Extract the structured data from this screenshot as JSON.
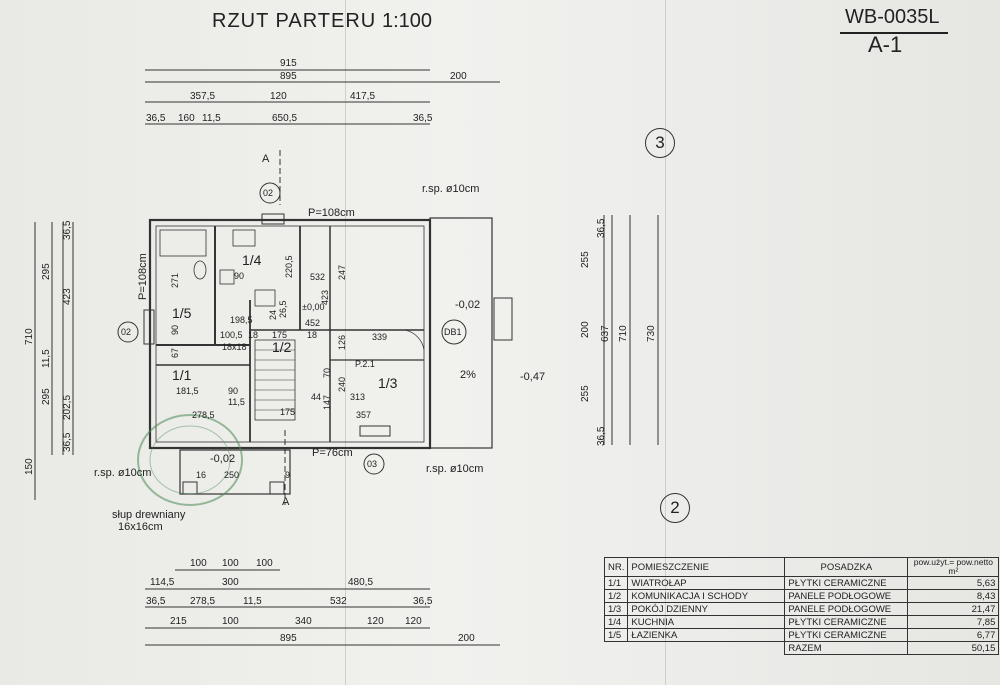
{
  "sheet": {
    "title": "RZUT PARTERU",
    "scale": "1:100",
    "code": "WB-0035L",
    "sheet_no": "A-1",
    "circle_top": "3",
    "circle_bottom": "2"
  },
  "top_dims": {
    "row1": [
      "915"
    ],
    "row2": [
      "895",
      "200"
    ],
    "row3": [
      "357,5",
      "120",
      "417,5"
    ],
    "row4": [
      "36,5",
      "160",
      "11,5",
      "650,5",
      "36,5"
    ]
  },
  "bottom_dims": {
    "row1": [
      "100",
      "100",
      "100"
    ],
    "row2": [
      "114,5",
      "300",
      "480,5"
    ],
    "row3": [
      "36,5",
      "278,5",
      "11,5",
      "532",
      "36,5"
    ],
    "row4": [
      "215",
      "100",
      "340",
      "120",
      "120"
    ],
    "row5": [
      "895",
      "200"
    ]
  },
  "left_dims": {
    "col1": [
      "710",
      "150"
    ],
    "col2": [
      "295",
      "11,5",
      "295"
    ],
    "col3": [
      "423",
      "202,5"
    ],
    "col4": [
      "36,5",
      "36,5"
    ]
  },
  "right_dims": {
    "col1": [
      "255",
      "200",
      "255"
    ],
    "col2": [
      "637"
    ],
    "col3": [
      "710"
    ],
    "col4": [
      "730"
    ],
    "col0": [
      "36,5",
      "36,5"
    ]
  },
  "plan_labels": {
    "section_a_top": "A",
    "section_a_bottom": "A",
    "axis_02_top": "02",
    "axis_02_left": "02",
    "axis_03": "03",
    "axis_db1": "DB1",
    "p_top": "P=108cm",
    "p_left": "P=108cm",
    "p_bottom": "P=76cm",
    "rsp1": "r.sp. ø10cm",
    "rsp2": "r.sp. ø10cm",
    "rsp3": "r.sp. ø10cm",
    "slope1": "-0,02",
    "slope2": "-0,02",
    "slope3": "-0,47",
    "level": "±0,00",
    "pct": "2%",
    "p21": "P.2.1",
    "column_note_1": "słup drewniany",
    "column_note_2": "16x16cm"
  },
  "rooms_on_plan": [
    "1/4",
    "1/5",
    "1/1",
    "1/2",
    "1/3"
  ],
  "interior_dims": [
    "271",
    "90",
    "532",
    "247",
    "220,5",
    "423",
    "24",
    "26,5",
    "198,5",
    "452",
    "100,5",
    "18",
    "175",
    "18",
    "339",
    "18x18",
    "181,5",
    "90",
    "11,5",
    "278,5",
    "313",
    "357",
    "240",
    "70",
    "147",
    "44",
    "175",
    "250",
    "16",
    "9",
    "90",
    "67",
    "126"
  ],
  "table": {
    "headers": [
      "NR.",
      "POMIESZCZENIE",
      "POSADZKA",
      "pow.użyt.= pow.netto m²"
    ],
    "rows": [
      {
        "nr": "1/1",
        "name": "WIATROŁAP",
        "floor": "PŁYTKI CERAMICZNE",
        "area": "5,63"
      },
      {
        "nr": "1/2",
        "name": "KOMUNIKACJA I SCHODY",
        "floor": "PANELE PODŁOGOWE",
        "area": "8,43"
      },
      {
        "nr": "1/3",
        "name": "POKÓJ DZIENNY",
        "floor": "PANELE PODŁOGOWE",
        "area": "21,47"
      },
      {
        "nr": "1/4",
        "name": "KUCHNIA",
        "floor": "PŁYTKI CERAMICZNE",
        "area": "7,85"
      },
      {
        "nr": "1/5",
        "name": "ŁAZIENKA",
        "floor": "PŁYTKI CERAMICZNE",
        "area": "6,77"
      }
    ],
    "total_label": "RAZEM",
    "total_value": "50,15"
  }
}
